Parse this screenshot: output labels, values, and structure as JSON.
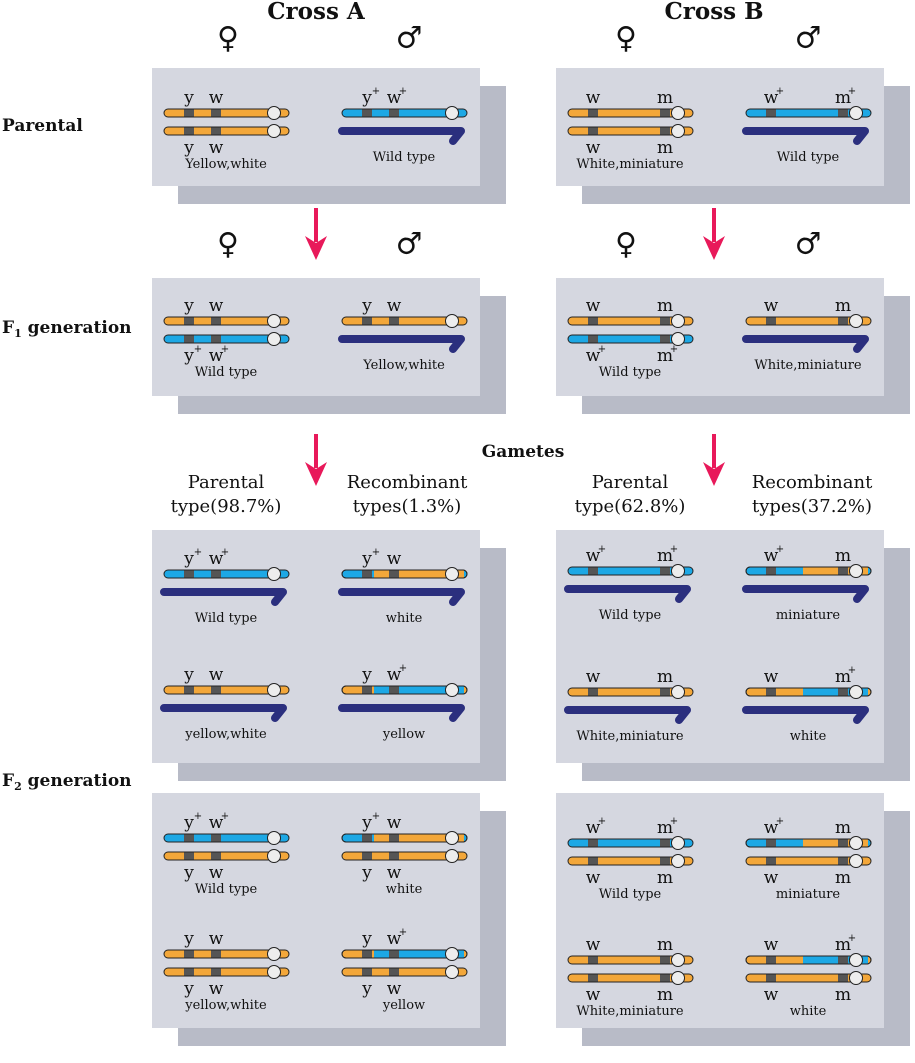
{
  "colors": {
    "orange": "#F3A73A",
    "blue": "#1DA8E5",
    "y_chrom": "#2B2F7E",
    "panel": "#D5D7E0",
    "shadow": "#B8BBC7",
    "band": "#555555",
    "arrow": "#E8195A",
    "centromere": "#EDEDED"
  },
  "titles": {
    "cross_a": "Cross A",
    "cross_b": "Cross B"
  },
  "sex_symbols": {
    "female": "♀",
    "male": "♂"
  },
  "generations": {
    "parental": "Parental",
    "f1": {
      "main": "F",
      "sub": "1",
      "rest": " generation"
    },
    "f2": {
      "main": "F",
      "sub": "2",
      "rest": " generation"
    }
  },
  "gametes_label": "Gametes",
  "superscript": "+",
  "gamete_headers": {
    "a_parental": [
      "Parental",
      "type(98.7%)"
    ],
    "a_recombinant": [
      "Recombinant",
      "types(1.3%)"
    ],
    "b_parental": [
      "Parental",
      "type(62.8%)"
    ],
    "b_recombinant": [
      "Recombinant",
      "types(37.2%)"
    ]
  },
  "groups": [
    {
      "id": "a-parental-female",
      "kind": "XX",
      "top": [
        {
          "t": "y",
          "p": false
        },
        {
          "t": "w",
          "p": false
        }
      ],
      "bottom": [
        {
          "t": "y",
          "p": false
        },
        {
          "t": "w",
          "p": false
        }
      ],
      "c1": "orange",
      "c2": "orange",
      "caption": "Yellow,white"
    },
    {
      "id": "a-parental-male",
      "kind": "XY",
      "top": [
        {
          "t": "y",
          "p": true
        },
        {
          "t": "w",
          "p": true
        }
      ],
      "c1": "blue",
      "caption": "Wild type"
    },
    {
      "id": "b-parental-female",
      "kind": "XX",
      "top": [
        {
          "t": "w",
          "p": false
        },
        {
          "t": "m",
          "p": false
        }
      ],
      "bottom": [
        {
          "t": "w",
          "p": false
        },
        {
          "t": "m",
          "p": false
        }
      ],
      "c1": "orange",
      "c2": "orange",
      "caption": "White,miniature"
    },
    {
      "id": "b-parental-male",
      "kind": "XY",
      "top": [
        {
          "t": "w",
          "p": true
        },
        {
          "t": "m",
          "p": true
        }
      ],
      "c1": "blue",
      "caption": "Wild type"
    },
    {
      "id": "a-f1-female",
      "kind": "XX",
      "top": [
        {
          "t": "y",
          "p": false
        },
        {
          "t": "w",
          "p": false
        }
      ],
      "bottom": [
        {
          "t": "y",
          "p": true
        },
        {
          "t": "w",
          "p": true
        }
      ],
      "c1": "orange",
      "c2": "blue",
      "caption": "Wild type"
    },
    {
      "id": "a-f1-male",
      "kind": "XY",
      "top": [
        {
          "t": "y",
          "p": false
        },
        {
          "t": "w",
          "p": false
        }
      ],
      "c1": "orange",
      "caption": "Yellow,white"
    },
    {
      "id": "b-f1-female",
      "kind": "XX",
      "top": [
        {
          "t": "w",
          "p": false
        },
        {
          "t": "m",
          "p": false
        }
      ],
      "bottom": [
        {
          "t": "w",
          "p": true
        },
        {
          "t": "m",
          "p": true
        }
      ],
      "c1": "orange",
      "c2": "blue",
      "caption": "Wild type"
    },
    {
      "id": "b-f1-male",
      "kind": "XY",
      "top": [
        {
          "t": "w",
          "p": false
        },
        {
          "t": "m",
          "p": false
        }
      ],
      "c1": "orange",
      "caption": "White,miniature"
    },
    {
      "id": "a-gam-male-1",
      "kind": "XY",
      "top": [
        {
          "t": "y",
          "p": true
        },
        {
          "t": "w",
          "p": true
        }
      ],
      "c1": "blue",
      "caption": "Wild type"
    },
    {
      "id": "a-gam-male-2",
      "kind": "XY",
      "top": [
        {
          "t": "y",
          "p": true
        },
        {
          "t": "w",
          "p": false
        }
      ],
      "c1": "blue",
      "split": "orange",
      "caption": "white"
    },
    {
      "id": "a-gam-male-3",
      "kind": "XY",
      "top": [
        {
          "t": "y",
          "p": false
        },
        {
          "t": "w",
          "p": false
        }
      ],
      "c1": "orange",
      "caption": "yellow,white"
    },
    {
      "id": "a-gam-male-4",
      "kind": "XY",
      "top": [
        {
          "t": "y",
          "p": false
        },
        {
          "t": "w",
          "p": true
        }
      ],
      "c1": "orange",
      "split": "blue",
      "caption": "yellow"
    },
    {
      "id": "b-gam-male-1",
      "kind": "XY",
      "top": [
        {
          "t": "w",
          "p": true
        },
        {
          "t": "m",
          "p": true
        }
      ],
      "c1": "blue",
      "caption": "Wild type"
    },
    {
      "id": "b-gam-male-2",
      "kind": "XY",
      "top": [
        {
          "t": "w",
          "p": true
        },
        {
          "t": "m",
          "p": false
        }
      ],
      "c1": "blue",
      "split": "orange",
      "caption": "miniature"
    },
    {
      "id": "b-gam-male-3",
      "kind": "XY",
      "top": [
        {
          "t": "w",
          "p": false
        },
        {
          "t": "m",
          "p": false
        }
      ],
      "c1": "orange",
      "caption": "White,miniature"
    },
    {
      "id": "b-gam-male-4",
      "kind": "XY",
      "top": [
        {
          "t": "w",
          "p": false
        },
        {
          "t": "m",
          "p": true
        }
      ],
      "c1": "orange",
      "split": "blue",
      "caption": "white"
    },
    {
      "id": "a-f2-female-1",
      "kind": "XX",
      "top": [
        {
          "t": "y",
          "p": true
        },
        {
          "t": "w",
          "p": true
        }
      ],
      "bottom": [
        {
          "t": "y",
          "p": false
        },
        {
          "t": "w",
          "p": false
        }
      ],
      "c1": "blue",
      "c2": "orange",
      "caption": "Wild type"
    },
    {
      "id": "a-f2-female-2",
      "kind": "XX",
      "top": [
        {
          "t": "y",
          "p": true
        },
        {
          "t": "w",
          "p": false
        }
      ],
      "bottom": [
        {
          "t": "y",
          "p": false
        },
        {
          "t": "w",
          "p": false
        }
      ],
      "c1": "blue",
      "split": "orange",
      "c2": "orange",
      "caption": "white"
    },
    {
      "id": "a-f2-female-3",
      "kind": "XX",
      "top": [
        {
          "t": "y",
          "p": false
        },
        {
          "t": "w",
          "p": false
        }
      ],
      "bottom": [
        {
          "t": "y",
          "p": false
        },
        {
          "t": "w",
          "p": false
        }
      ],
      "c1": "orange",
      "c2": "orange",
      "caption": "yellow,white"
    },
    {
      "id": "a-f2-female-4",
      "kind": "XX",
      "top": [
        {
          "t": "y",
          "p": false
        },
        {
          "t": "w",
          "p": true
        }
      ],
      "bottom": [
        {
          "t": "y",
          "p": false
        },
        {
          "t": "w",
          "p": false
        }
      ],
      "c1": "orange",
      "split": "blue",
      "c2": "orange",
      "caption": "yellow"
    },
    {
      "id": "b-f2-female-1",
      "kind": "XX",
      "top": [
        {
          "t": "w",
          "p": true
        },
        {
          "t": "m",
          "p": true
        }
      ],
      "bottom": [
        {
          "t": "w",
          "p": false
        },
        {
          "t": "m",
          "p": false
        }
      ],
      "c1": "blue",
      "c2": "orange",
      "caption": "Wild type"
    },
    {
      "id": "b-f2-female-2",
      "kind": "XX",
      "top": [
        {
          "t": "w",
          "p": true
        },
        {
          "t": "m",
          "p": false
        }
      ],
      "bottom": [
        {
          "t": "w",
          "p": false
        },
        {
          "t": "m",
          "p": false
        }
      ],
      "c1": "blue",
      "split": "orange",
      "c2": "orange",
      "caption": "miniature"
    },
    {
      "id": "b-f2-female-3",
      "kind": "XX",
      "top": [
        {
          "t": "w",
          "p": false
        },
        {
          "t": "m",
          "p": false
        }
      ],
      "bottom": [
        {
          "t": "w",
          "p": false
        },
        {
          "t": "m",
          "p": false
        }
      ],
      "c1": "orange",
      "c2": "orange",
      "caption": "White,miniature"
    },
    {
      "id": "b-f2-female-4",
      "kind": "XX",
      "top": [
        {
          "t": "w",
          "p": false
        },
        {
          "t": "m",
          "p": true
        }
      ],
      "bottom": [
        {
          "t": "w",
          "p": false
        },
        {
          "t": "m",
          "p": false
        }
      ],
      "c1": "orange",
      "split": "blue",
      "c2": "orange",
      "caption": "white"
    }
  ]
}
